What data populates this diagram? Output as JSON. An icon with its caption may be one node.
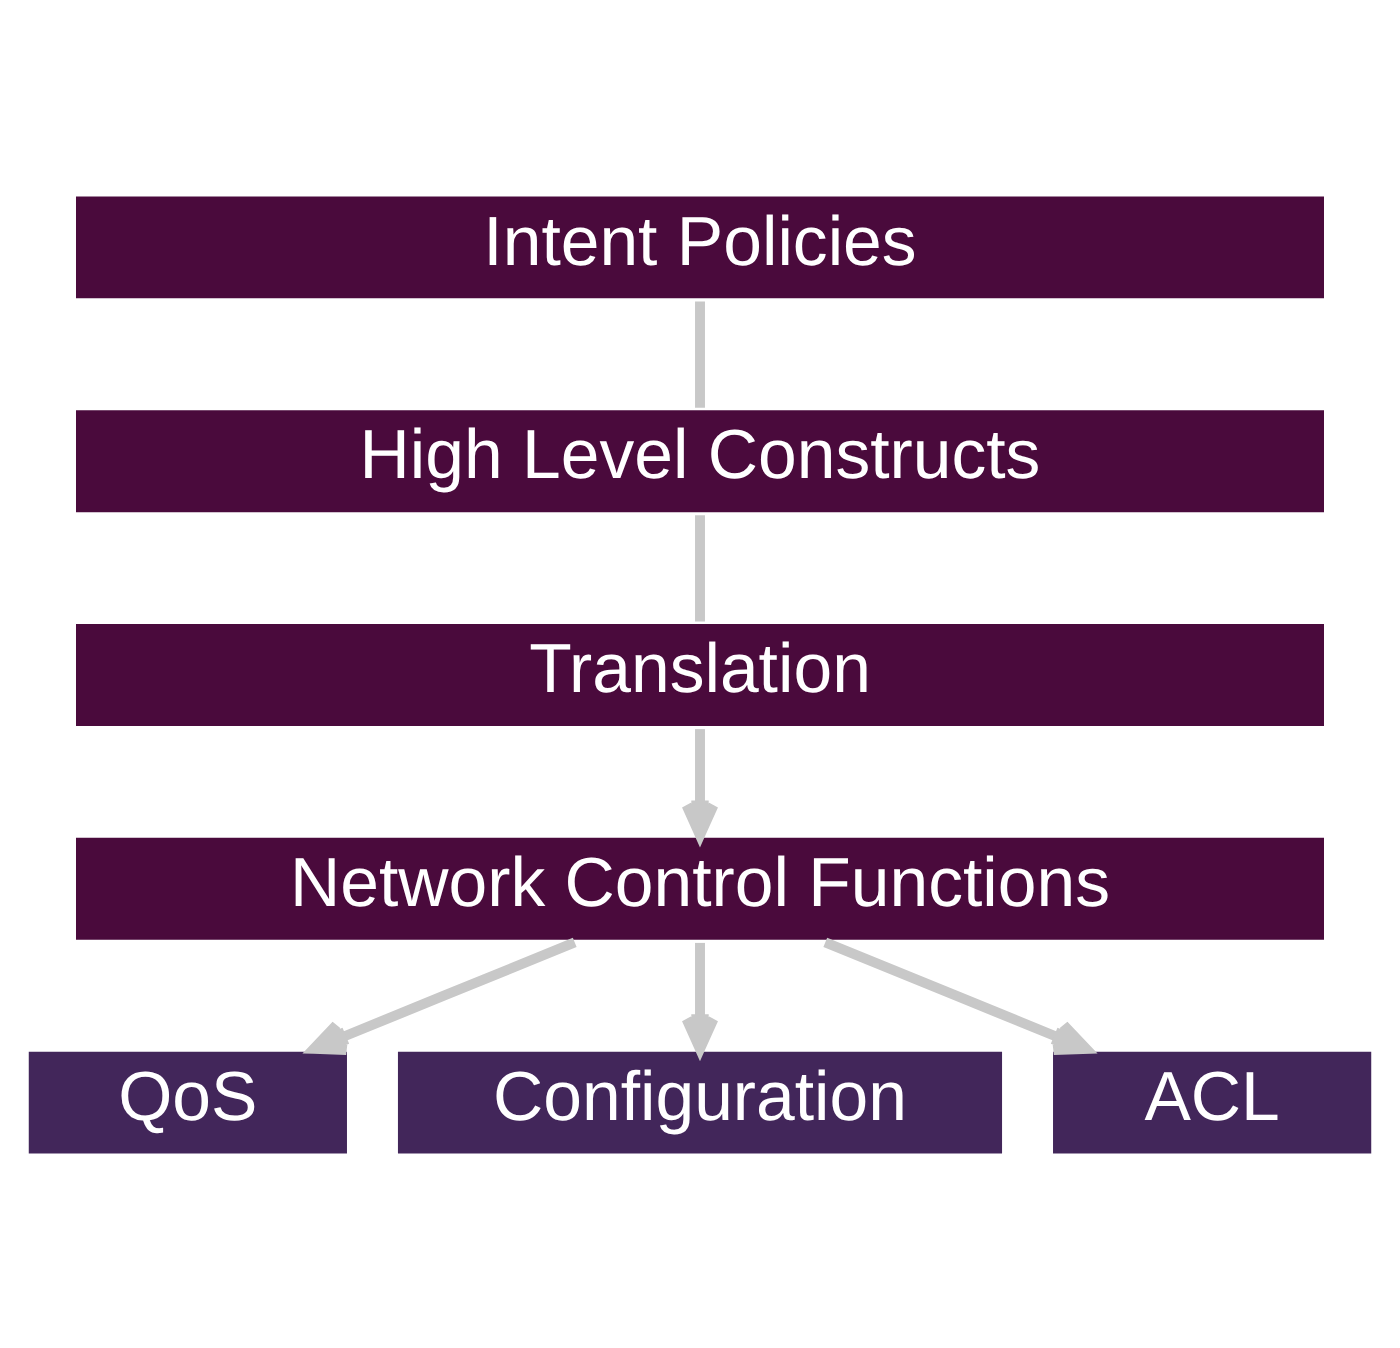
{
  "diagram": {
    "nodes": [
      {
        "text": [
          "Intent Policies"
        ]
      },
      {
        "text": [
          "High Level Constructs"
        ]
      },
      {
        "text": [
          "Translation"
        ]
      },
      {
        "text": [
          "Network Control Functions"
        ]
      },
      {
        "text": [
          "QoS"
        ]
      },
      {
        "text": [
          "Configuration"
        ]
      },
      {
        "text": [
          "ACL"
        ]
      }
    ],
    "edges": [
      {
        "from": 0,
        "to": 1,
        "arrow": "none"
      },
      {
        "from": 1,
        "to": 2,
        "arrow": "none"
      },
      {
        "from": 2,
        "to": 3,
        "arrow": "to"
      },
      {
        "from": 3,
        "to": 4,
        "arrow": "to"
      },
      {
        "from": 3,
        "to": 5,
        "arrow": "to"
      },
      {
        "from": 3,
        "to": 6,
        "arrow": "to"
      }
    ]
  }
}
